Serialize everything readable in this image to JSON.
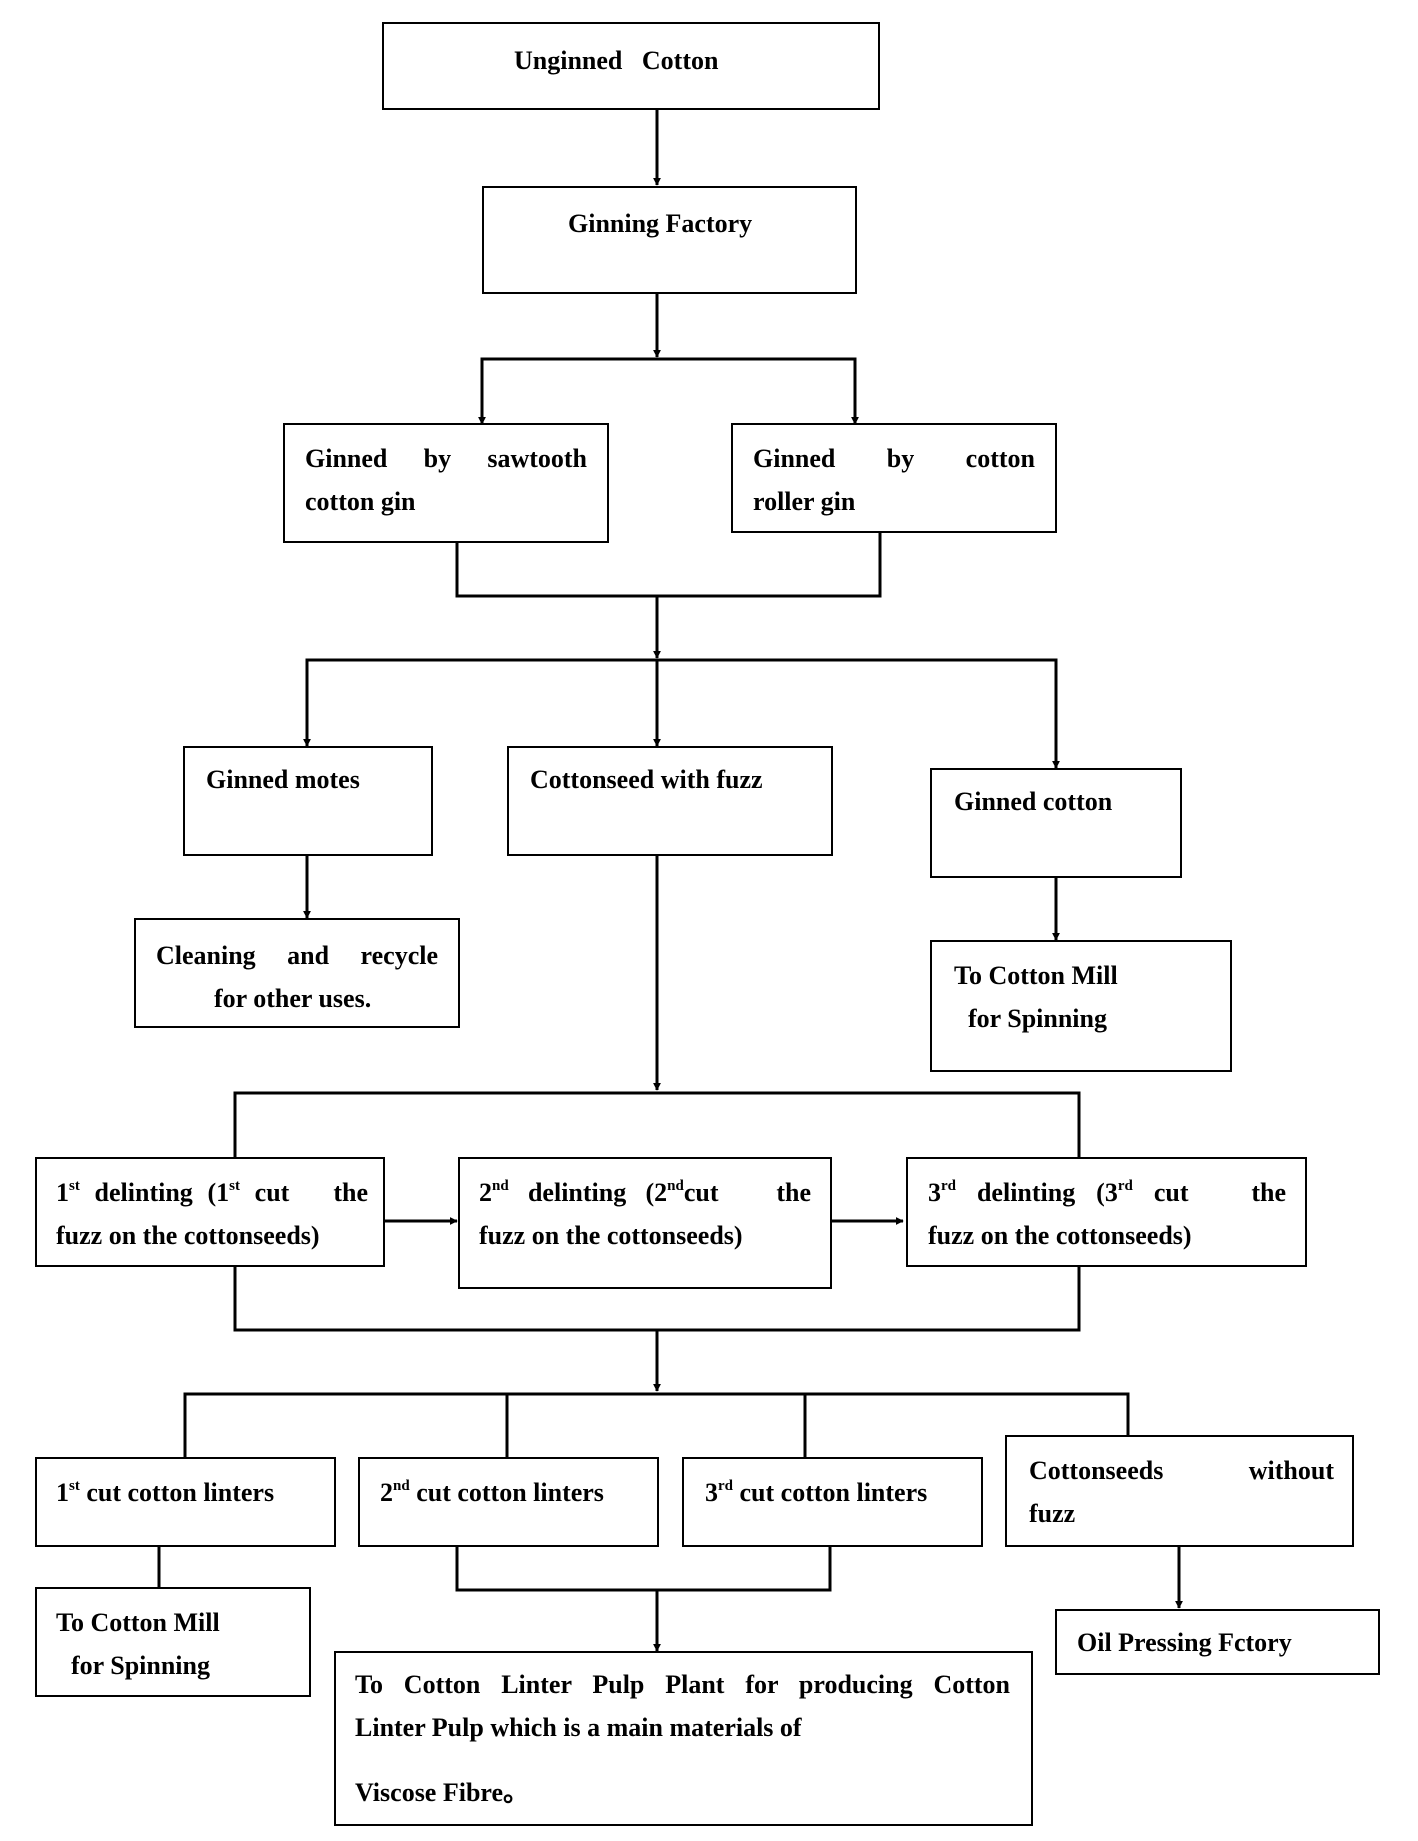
{
  "nodes": {
    "unginned": "Unginned   Cotton",
    "ginning_factory": "Ginning Factory",
    "sawtooth": {
      "line1": "Ginned by sawtooth",
      "line2": "cotton gin"
    },
    "roller": {
      "line1": "Ginned by cotton",
      "line2": "roller gin"
    },
    "motes": "Ginned motes",
    "cottonseed_fuzz": "Cottonseed with fuzz",
    "ginned_cotton": "Ginned cotton",
    "cleaning": {
      "line1": "Cleaning and recycle",
      "line2": "for other uses."
    },
    "mill_top": {
      "line1": "To Cotton Mill",
      "line2": "for Spinning"
    },
    "delint1": {
      "n": "1",
      "sup": "st",
      "mid": "delinting (1",
      "sup2": "st",
      "end": "cut   the",
      "line2": "fuzz on the cottonseeds)"
    },
    "delint2": {
      "n": "2",
      "sup": "nd",
      "mid": "delinting (2",
      "sup2": "nd",
      "end": "cut   the",
      "line2": "fuzz on the cottonseeds)"
    },
    "delint3": {
      "n": "3",
      "sup": "rd",
      "mid": "delinting (3",
      "sup2": "rd",
      "end": "cut   the",
      "line2": "fuzz on the cottonseeds)"
    },
    "linters1": {
      "n": "1",
      "sup": "st",
      "rest": "cut cotton linters"
    },
    "linters2": {
      "n": "2",
      "sup": "nd",
      "rest": "cut cotton linters"
    },
    "linters3": {
      "n": "3",
      "sup": "rd",
      "rest": "cut cotton linters"
    },
    "seeds_nofuzz": {
      "line1": "Cottonseeds without",
      "line2": "fuzz"
    },
    "mill_bottom": {
      "line1": "To Cotton Mill",
      "line2": "for Spinning"
    },
    "pulp": {
      "line1": "To Cotton Linter Pulp Plant for producing Cotton",
      "line2": "Linter Pulp which is a main materials of",
      "line3": "Viscose Fibre。"
    },
    "oil": "Oil Pressing Fctory"
  }
}
